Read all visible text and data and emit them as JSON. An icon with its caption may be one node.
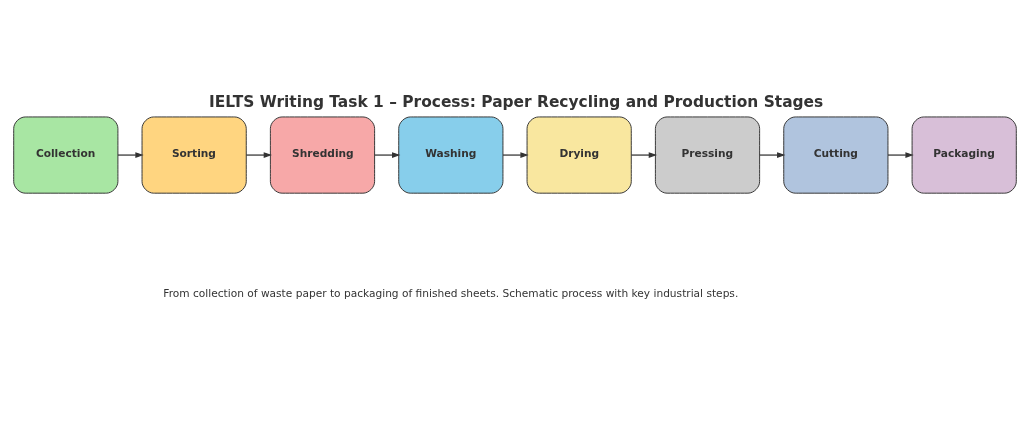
{
  "diagram": {
    "title": "IELTS Writing Task 1 – Process: Paper Recycling and Production Stages",
    "caption": "From collection of waste paper to packaging of finished sheets. Schematic process with key industrial steps.",
    "nodes": [
      {
        "text": [
          "Collection"
        ]
      },
      {
        "text": [
          "Sorting"
        ]
      },
      {
        "text": [
          "Shredding"
        ]
      },
      {
        "text": [
          "Washing"
        ]
      },
      {
        "text": [
          "Drying"
        ]
      },
      {
        "text": [
          "Pressing"
        ]
      },
      {
        "text": [
          "Cutting"
        ]
      },
      {
        "text": [
          "Packaging"
        ]
      }
    ],
    "edges": [
      {
        "from": 0,
        "to": 1,
        "arrow": "to"
      },
      {
        "from": 1,
        "to": 2,
        "arrow": "to"
      },
      {
        "from": 2,
        "to": 3,
        "arrow": "to"
      },
      {
        "from": 3,
        "to": 4,
        "arrow": "to"
      },
      {
        "from": 4,
        "to": 5,
        "arrow": "to"
      },
      {
        "from": 5,
        "to": 6,
        "arrow": "to"
      },
      {
        "from": 6,
        "to": 7,
        "arrow": "to"
      }
    ]
  }
}
